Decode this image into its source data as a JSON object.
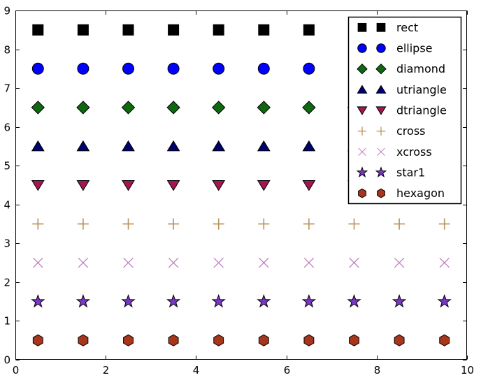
{
  "figure": {
    "background": "#ffffff",
    "axis_color": "#000000",
    "tick_label_color": "#000000"
  },
  "chart_data": {
    "type": "scatter",
    "title": "",
    "xlabel": "",
    "ylabel": "",
    "xlim": [
      0,
      10
    ],
    "ylim": [
      0,
      9
    ],
    "xticks": [
      0,
      2,
      4,
      6,
      8,
      10
    ],
    "yticks": [
      0,
      1,
      2,
      3,
      4,
      5,
      6,
      7,
      8,
      9
    ],
    "grid": false,
    "legend": {
      "position": "upper right",
      "border_color": "#000000",
      "background": "#ffffff",
      "markers_per_entry": 2,
      "entries": [
        "rect",
        "ellipse",
        "diamond",
        "utriangle",
        "dtriangle",
        "cross",
        "xcross",
        "star1",
        "hexagon"
      ]
    },
    "x": [
      0.5,
      1.5,
      2.5,
      3.5,
      4.5,
      5.5,
      6.5,
      7.5,
      8.5,
      9.5
    ],
    "series": [
      {
        "name": "rect",
        "marker": "rect",
        "color": "#000000",
        "y": 8.5
      },
      {
        "name": "ellipse",
        "marker": "ellipse",
        "color": "#0000ff",
        "y": 7.5
      },
      {
        "name": "diamond",
        "marker": "diamond",
        "color": "#0f680f",
        "y": 6.5
      },
      {
        "name": "utriangle",
        "marker": "utriangle",
        "color": "#00006e",
        "y": 5.5
      },
      {
        "name": "dtriangle",
        "marker": "dtriangle",
        "color": "#a3164f",
        "y": 4.5
      },
      {
        "name": "cross",
        "marker": "cross",
        "color": "#b8915a",
        "y": 3.5
      },
      {
        "name": "xcross",
        "marker": "xcross",
        "color": "#c080c0",
        "y": 2.5
      },
      {
        "name": "star1",
        "marker": "star1",
        "color": "#7b35c9",
        "y": 1.5
      },
      {
        "name": "hexagon",
        "marker": "hexagon",
        "color": "#a8361c",
        "y": 0.5
      }
    ]
  }
}
